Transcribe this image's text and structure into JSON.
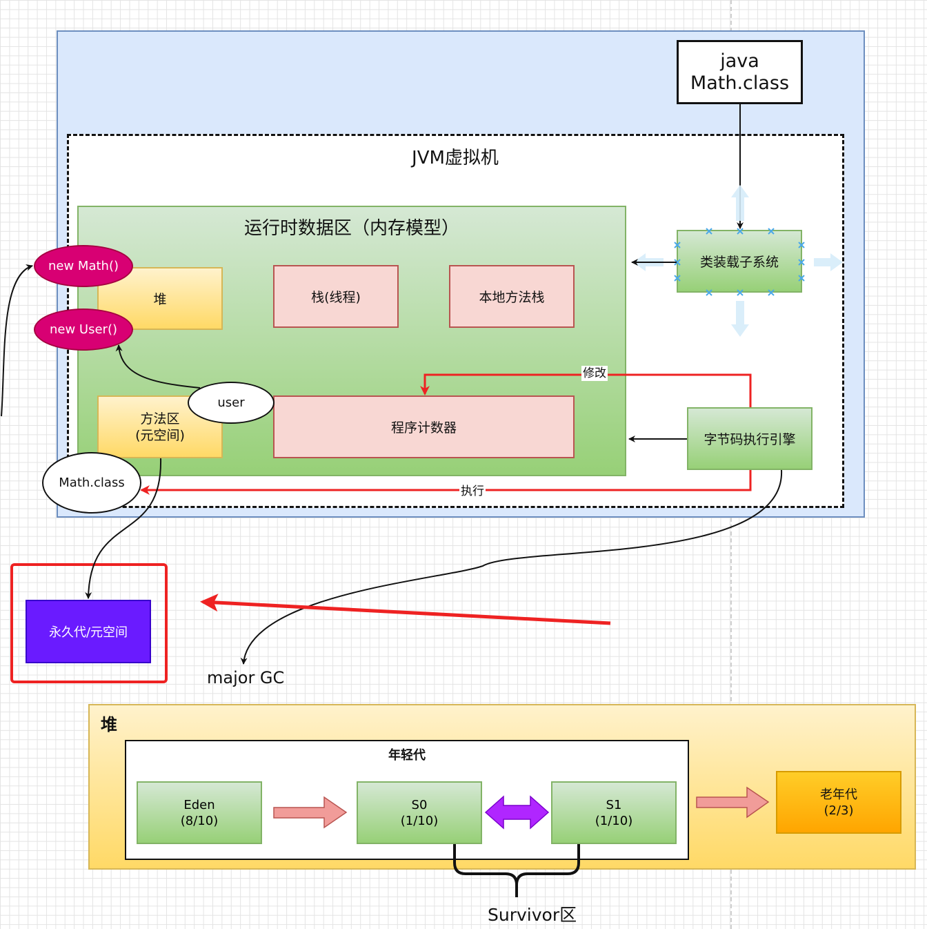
{
  "java_box": {
    "line1": "java",
    "line2": "Math.class"
  },
  "jvm": {
    "title": "JVM虚拟机"
  },
  "runtime_area": {
    "title": "运行时数据区（内存模型）"
  },
  "heap_box": "堆",
  "stack_box": "栈(线程)",
  "native_stack_box": "本地方法栈",
  "method_area": {
    "line1": "方法区",
    "line2": "(元空间)"
  },
  "pc_counter": "程序计数器",
  "class_loader": "类装载子系统",
  "bytecode_engine": "字节码执行引擎",
  "ellipses": {
    "new_math": "new Math()",
    "new_user": "new User()",
    "user": "user",
    "math_class": "Math.class"
  },
  "edge_labels": {
    "modify": "修改",
    "execute": "执行"
  },
  "metaspace_box": "永久代/元空间",
  "major_gc": "major GC",
  "heap_section": {
    "title": "堆",
    "young_gen": {
      "title": "年轻代",
      "eden": {
        "line1": "Eden",
        "line2": "(8/10)"
      },
      "s0": {
        "line1": "S0",
        "line2": "(1/10)"
      },
      "s1": {
        "line1": "S1",
        "line2": "(1/10)"
      }
    },
    "old_gen": {
      "line1": "老年代",
      "line2": "(2/3)"
    },
    "survivor_label": "Survivor区"
  },
  "colors": {
    "container_fill": "#dae8fc",
    "container_border": "#6c8ebf",
    "ellipse_crimson": "#d80073",
    "metaspace_purple": "#6a1bff",
    "highlight_red": "#ee2222",
    "old_gen_orange": "#ffa500",
    "bidirectional_purple": "#b026ff"
  }
}
